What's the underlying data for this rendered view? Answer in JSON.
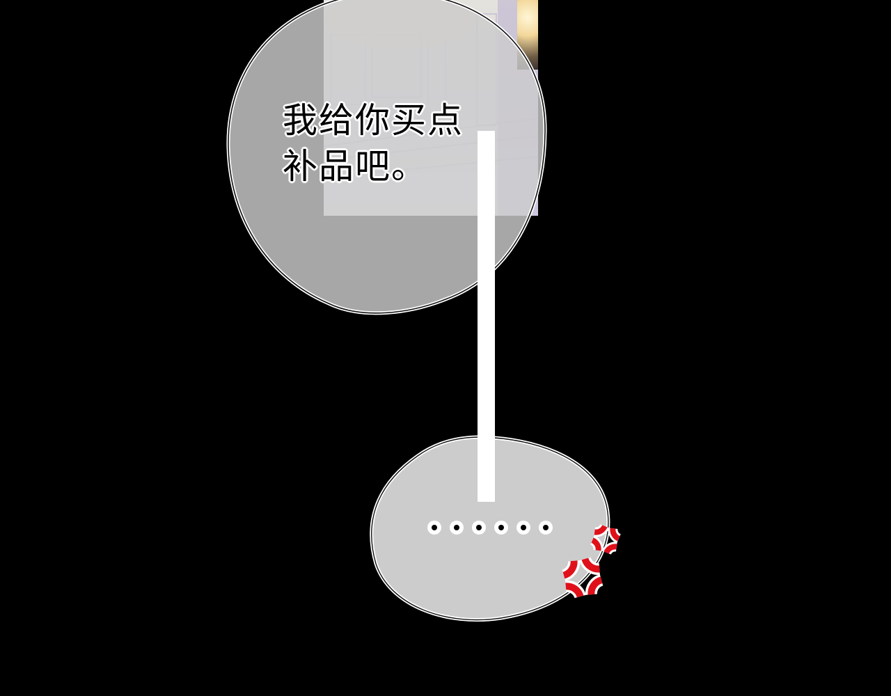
{
  "panel": {
    "type": "comic-panel",
    "background_color": "#000000"
  },
  "bubbles": [
    {
      "id": "upper-bubble",
      "lines": [
        "我给你买点",
        "补品吧。"
      ],
      "fill_color": "#cccccc",
      "outline_color": "#000000"
    },
    {
      "id": "lower-bubble",
      "text": "……",
      "dot_count": 6,
      "fill_color": "#cccccc",
      "outline_color": "#000000"
    }
  ],
  "effects": {
    "anger_mark_icon": "anger-vein-icon",
    "anger_mark_color": "#e0101a",
    "anger_mark_count": 2
  },
  "scene": {
    "description": "faded street scene background",
    "lamp_glow_color": "#f2d79a",
    "tint_color": "#b8aed0"
  }
}
